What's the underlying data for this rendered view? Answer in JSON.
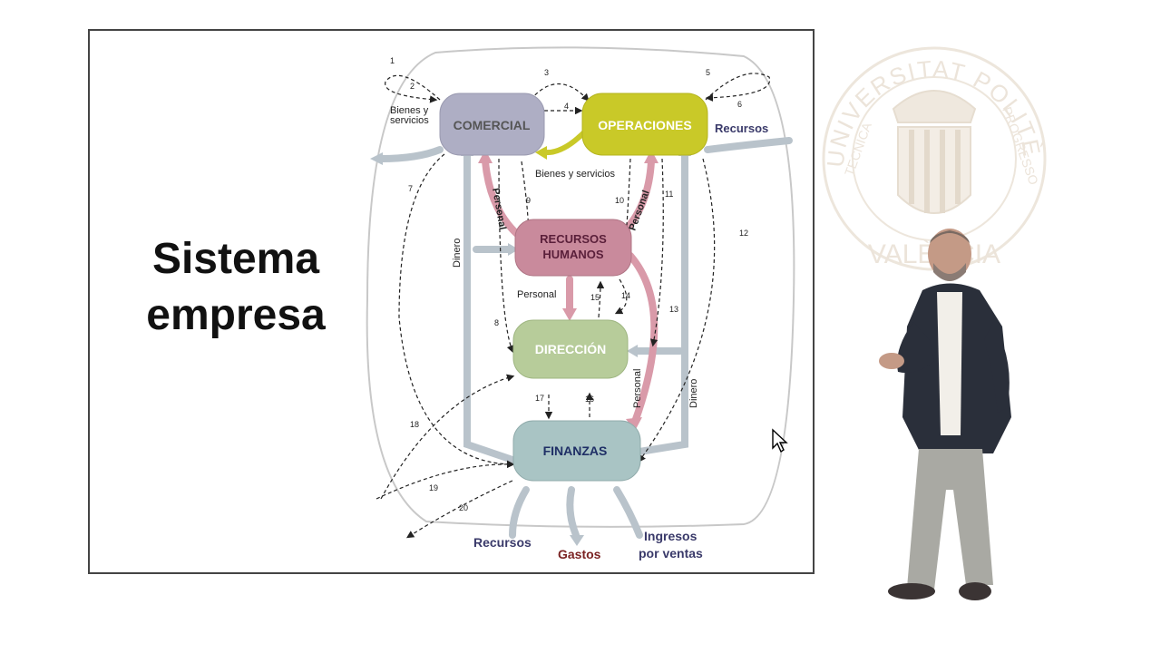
{
  "slide": {
    "title_line1": "Sistema",
    "title_line2": "empresa"
  },
  "watermark": {
    "arc_text": "UNIVERSITAT POLITÈCNICA",
    "bottom_text": "VALÈNCIA",
    "side_left": "TECNICA",
    "side_right": "PROGRESSO"
  },
  "diagram": {
    "nodes": {
      "comercial": "COMERCIAL",
      "operaciones": "OPERACIONES",
      "rrhh_line1": "RECURSOS",
      "rrhh_line2": "HUMANOS",
      "direccion": "DIRECCIÓN",
      "finanzas": "FINANZAS"
    },
    "labels": {
      "bienes_servicios_1": "Bienes y",
      "bienes_servicios_2": "servicios",
      "bienes_servicios_mid": "Bienes y servicios",
      "recursos_top": "Recursos",
      "personal_left": "Personal",
      "personal_right": "Personal",
      "personal_mid": "Personal",
      "personal_low": "Personal",
      "dinero_left": "Dinero",
      "dinero_right": "Dinero",
      "recursos_bottom": "Recursos",
      "gastos": "Gastos",
      "ingresos_1": "Ingresos",
      "ingresos_2": "por ventas"
    },
    "numbers": [
      "1",
      "2",
      "3",
      "4",
      "5",
      "6",
      "7",
      "8",
      "9",
      "10",
      "11",
      "12",
      "13",
      "14",
      "15",
      "16",
      "17",
      "18",
      "19",
      "20"
    ],
    "colors": {
      "comercial": "#aeaec4",
      "operaciones": "#c9c928",
      "rrhh": "#c98a9c",
      "direccion": "#b7cc9a",
      "finanzas": "#a9c4c4",
      "arrow_grey": "#b9c3cb",
      "arrow_pink": "#d99aa9",
      "arrow_yellow": "#c9c928",
      "gastos_text": "#7a2222",
      "label_blue": "#3a3a6a"
    }
  }
}
